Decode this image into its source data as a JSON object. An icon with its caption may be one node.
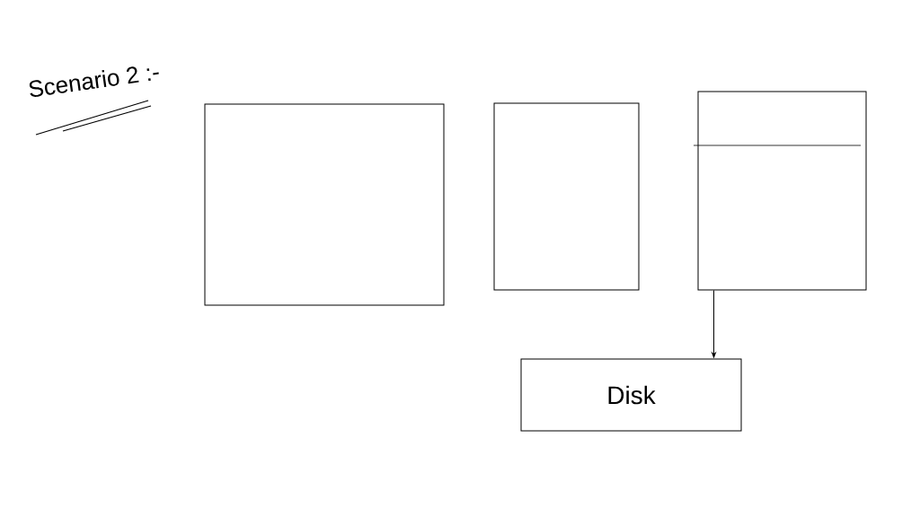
{
  "diagram": {
    "title": "Scenario 2 :-",
    "nodes": [
      {
        "text": [],
        "shape": "box"
      },
      {
        "text": [],
        "shape": "box"
      },
      {
        "text": [],
        "shape": "box"
      },
      {
        "text": [
          "Disk"
        ]
      }
    ],
    "edges": [
      {
        "from": 2,
        "to": 3,
        "arrow": "to"
      }
    ]
  }
}
